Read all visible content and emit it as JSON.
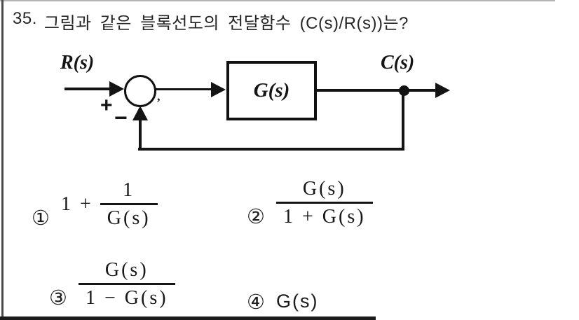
{
  "question": {
    "number": "35.",
    "text": "그림과 같은 블록선도의 전달함수 (C(s)/R(s))는?"
  },
  "diagram": {
    "input_label": "R(s)",
    "block_label": "G(s)",
    "output_label": "C(s)",
    "plus": "+",
    "minus": "−",
    "tick": ","
  },
  "choices": [
    {
      "marker": "①",
      "prefix": "1 +",
      "numerator": "1",
      "denominator": "G(s)"
    },
    {
      "marker": "②",
      "numerator": "G(s)",
      "denominator": "1 + G(s)"
    },
    {
      "marker": "③",
      "numerator": "G(s)",
      "denominator": "1 − G(s)"
    },
    {
      "marker": "④",
      "expression": "G(s)"
    }
  ],
  "colors": {
    "ink": "#1a1a1a",
    "background": "#ffffff",
    "rule_gray": "#b3b3b3"
  }
}
